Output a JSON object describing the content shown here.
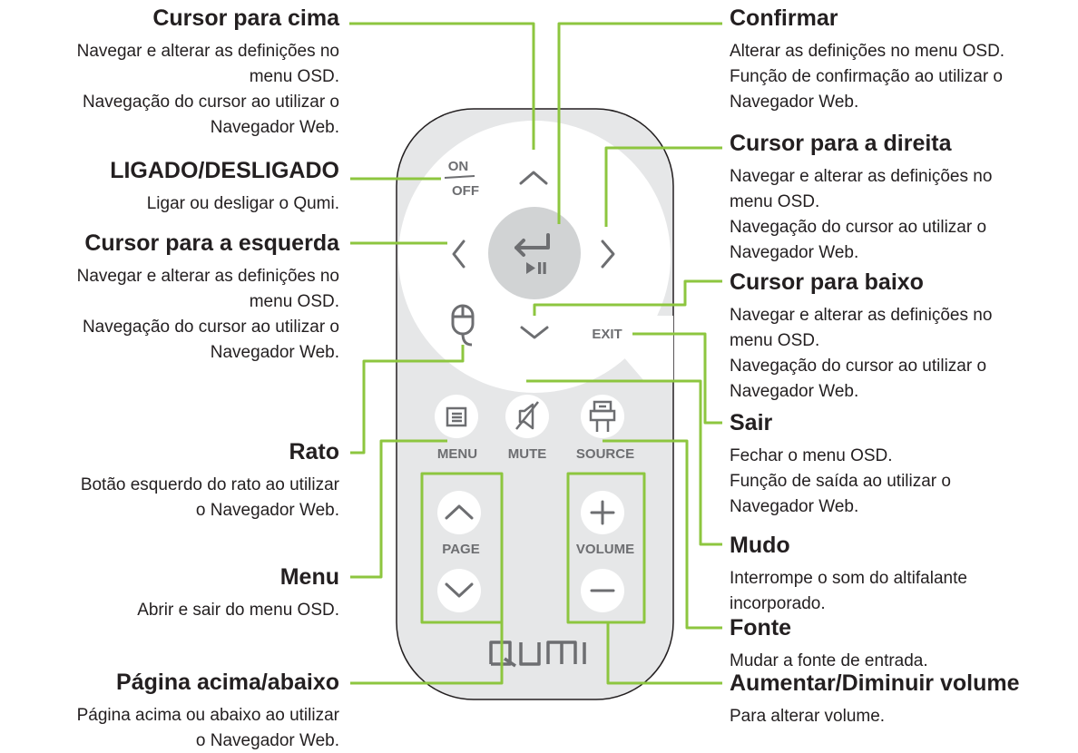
{
  "remote": {
    "on_label": "ON",
    "off_label": "OFF",
    "exit_label": "EXIT",
    "menu_label": "MENU",
    "mute_label": "MUTE",
    "source_label": "SOURCE",
    "page_label": "PAGE",
    "volume_label": "VOLUME",
    "brand": "QUMI"
  },
  "colors": {
    "connector": "#8dc63f",
    "remote_body": "#e6e7e8",
    "button_fill": "#ffffff",
    "enter_button": "#d1d3d4",
    "icon": "#6d6e71",
    "text": "#231f20"
  },
  "labels": {
    "cursor_up": {
      "title": "Cursor para cima",
      "lines": [
        "Navegar e alterar as definições no",
        "menu OSD.",
        "Navegação do cursor ao utilizar o",
        "Navegador Web."
      ]
    },
    "power": {
      "title": "LIGADO/DESLIGADO",
      "lines": [
        "Ligar ou desligar o Qumi."
      ]
    },
    "cursor_left": {
      "title": "Cursor para a esquerda",
      "lines": [
        "Navegar e alterar as definições no",
        "menu OSD.",
        "Navegação do cursor ao utilizar o",
        "Navegador Web."
      ]
    },
    "mouse": {
      "title": "Rato",
      "lines": [
        "Botão esquerdo do rato ao utilizar",
        "o Navegador Web."
      ]
    },
    "menu": {
      "title": "Menu",
      "lines": [
        "Abrir e sair do menu OSD."
      ]
    },
    "page": {
      "title": "Página acima/abaixo",
      "lines": [
        "Página acima ou abaixo ao utilizar",
        "o Navegador Web."
      ]
    },
    "confirm": {
      "title": "Confirmar",
      "lines": [
        "Alterar as definições no menu OSD.",
        "Função de confirmação ao utilizar o",
        "Navegador Web."
      ]
    },
    "cursor_right": {
      "title": "Cursor para a direita",
      "lines": [
        "Navegar e alterar as definições no",
        "menu OSD.",
        "Navegação do cursor ao utilizar o",
        "Navegador Web."
      ]
    },
    "cursor_down": {
      "title": "Cursor para baixo",
      "lines": [
        "Navegar e alterar as definições no",
        "menu OSD.",
        "Navegação do cursor ao utilizar o",
        "Navegador Web."
      ]
    },
    "exit": {
      "title": "Sair",
      "lines": [
        "Fechar o menu OSD.",
        "Função de saída ao utilizar o",
        "Navegador Web."
      ]
    },
    "mute": {
      "title": "Mudo",
      "lines": [
        "Interrompe o som do altifalante",
        "incorporado."
      ]
    },
    "source": {
      "title": "Fonte",
      "lines": [
        "Mudar a fonte de entrada."
      ]
    },
    "volume": {
      "title": "Aumentar/Diminuir volume",
      "lines": [
        "Para alterar volume."
      ]
    }
  }
}
